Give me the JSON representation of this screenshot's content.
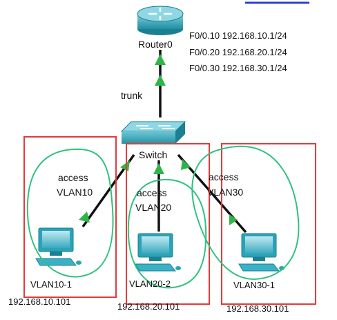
{
  "router": {
    "name": "Router0",
    "icon": "router-icon"
  },
  "switch": {
    "name": "Switch",
    "icon": "switch-icon"
  },
  "router_subinterfaces": [
    "F0/0.10 192.168.10.1/24",
    "F0/0.20 192.168.20.1/24",
    "F0/0.30 192.168.30.1/24"
  ],
  "uplink_label": "trunk",
  "pcs": [
    {
      "name": "VLAN10-1",
      "ip": "192.168.10.101",
      "mode": "access",
      "vlan": "VLAN10",
      "icon": "pc-icon"
    },
    {
      "name": "VLAN20-2",
      "ip": "192.168.20.101",
      "mode": "access",
      "vlan": "VLAN20",
      "icon": "pc-icon"
    },
    {
      "name": "VLAN30-1",
      "ip": "192.168.30.101",
      "mode": "access",
      "vlan": "VLAN30",
      "icon": "pc-icon"
    }
  ],
  "colors": {
    "box_outline": "#e23a3a",
    "annotation": "#2ec27e",
    "link_up": "#2db548",
    "link_line": "#111111",
    "device_teal": "#2aa3b6",
    "top_link": "#2b3fd8"
  }
}
